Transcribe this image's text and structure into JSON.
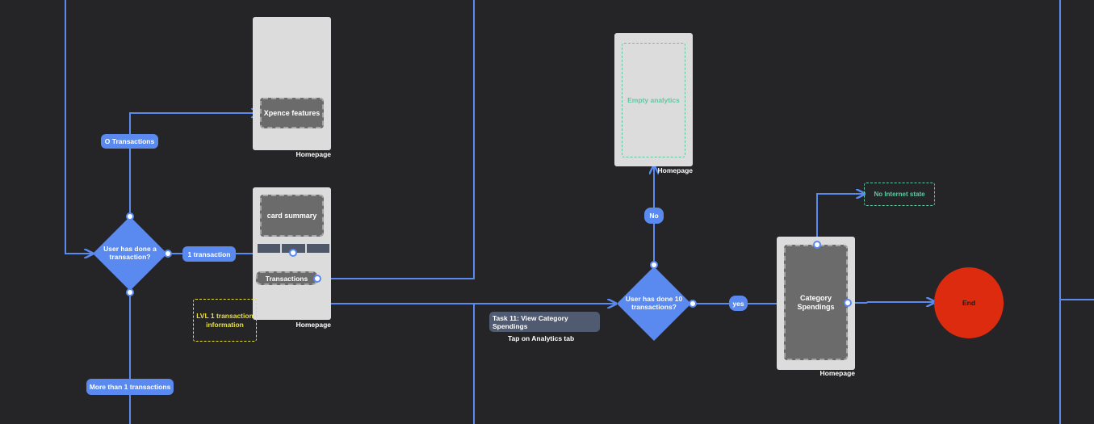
{
  "colors": {
    "background": "#252528",
    "connector": "#5a8af0",
    "screen": "#dcdcdc",
    "end": "#dc2b0e",
    "note_yellow": "#e8e03a",
    "note_green": "#5fc8a0"
  },
  "screens": {
    "homepage_1": {
      "caption": "Homepage",
      "feature_box": "Xpence features"
    },
    "homepage_2": {
      "caption": "Homepage",
      "card_summary": "card summary",
      "transactions": "Transactions"
    },
    "homepage_3": {
      "caption": "Homepage",
      "empty_analytics": "Empty analytics"
    },
    "homepage_4": {
      "caption": "Homepage",
      "category_spendings": "Category Spendings"
    }
  },
  "decisions": {
    "transaction_check": "User has done a transaction?",
    "ten_transactions_check": "User has done 10 transactions?"
  },
  "labels": {
    "zero_transactions": "O Transactions",
    "one_transaction": "1 transaction",
    "more_than_one": "More than 1 transactions",
    "no": "No",
    "yes": "yes"
  },
  "notes": {
    "lvl1_info": "LVL 1 transaction information",
    "no_internet": "No Internet state"
  },
  "task": {
    "title": "Task 11: View Category Spendings",
    "subtitle": "Tap on Analytics tab"
  },
  "end_label": "End"
}
